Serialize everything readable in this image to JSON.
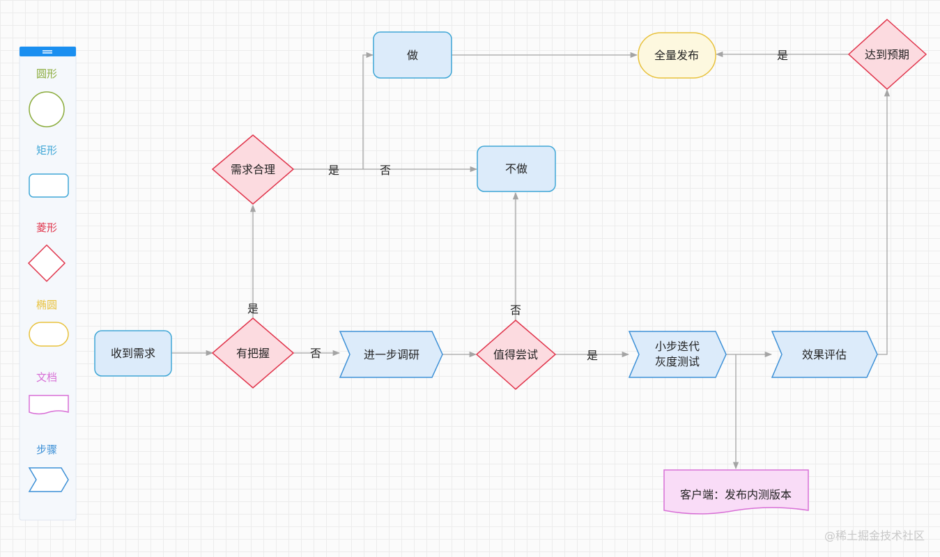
{
  "palette": {
    "circle": "圆形",
    "rect": "矩形",
    "diamond": "菱形",
    "ellipse": "椭圆",
    "document": "文档",
    "step": "步骤"
  },
  "nodes": {
    "receive": "收到需求",
    "confident": "有把握",
    "need_reasonable": "需求合理",
    "do": "做",
    "not_do": "不做",
    "full_release": "全量发布",
    "reach_expectation": "达到预期",
    "further_research": "进一步调研",
    "worth_trying": "值得尝试",
    "small_step_1": "小步迭代",
    "small_step_2": "灰度测试",
    "evaluate": "效果评估",
    "client_release": "客户端：发布内测版本"
  },
  "edge_labels": {
    "yes_confident": "是",
    "no_confident": "否",
    "yes_reasonable": "是",
    "no_reasonable": "否",
    "no_worth": "否",
    "yes_worth": "是",
    "yes_expect": "是"
  },
  "watermark": "@稀土掘金技术社区",
  "colors": {
    "blue_fill": "#dcebfa",
    "blue_stroke": "#3ea6d6",
    "red_fill": "#fcdbe0",
    "red_stroke": "#e0334a",
    "yellow_fill": "#fdf8df",
    "yellow_stroke": "#e8c13a",
    "pink_fill": "#f9dcf7",
    "pink_stroke": "#d86fd6",
    "green_stroke": "#8aab3a",
    "step_stroke": "#3b8fd6",
    "edge": "#a4a4a4"
  }
}
